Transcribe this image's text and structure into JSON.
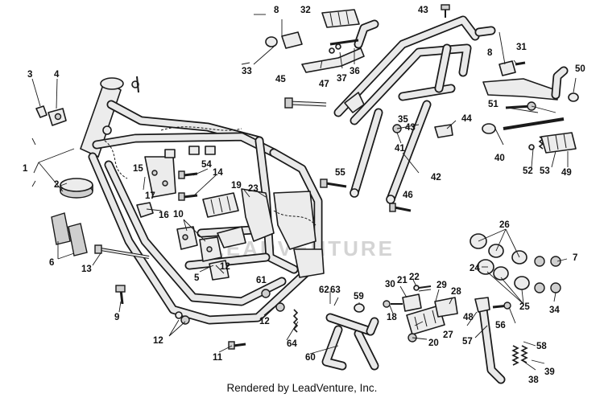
{
  "footer": {
    "credit": "Rendered by LeadVenture, Inc."
  },
  "watermark": {
    "text": "LEADVENTURE"
  },
  "callouts": [
    "1",
    "2",
    "3",
    "4",
    "5",
    "6",
    "7",
    "8",
    "9",
    "10",
    "11",
    "12",
    "13",
    "14",
    "15",
    "16",
    "17",
    "18",
    "19",
    "20",
    "21",
    "22",
    "23",
    "24",
    "25",
    "26",
    "27",
    "28",
    "29",
    "30",
    "31",
    "32",
    "33",
    "34",
    "35",
    "36",
    "37",
    "38",
    "39",
    "40",
    "41",
    "42",
    "43",
    "44",
    "45",
    "46",
    "47",
    "48",
    "49",
    "50",
    "51",
    "52",
    "53",
    "54",
    "55",
    "56",
    "57",
    "58",
    "59",
    "60",
    "61",
    "62",
    "63",
    "64"
  ]
}
